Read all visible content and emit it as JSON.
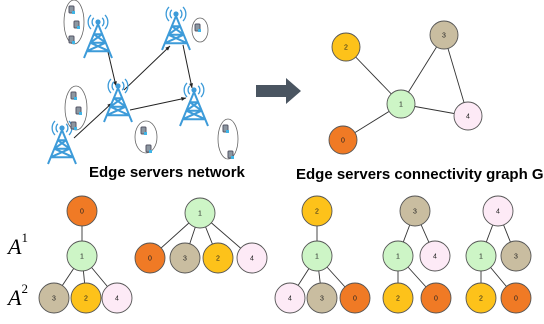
{
  "colors": {
    "n0": "#f07a25",
    "n1": "#cdf5c6",
    "n2": "#fdc21a",
    "n3": "#c9bda0",
    "n4": "#fdeaf6",
    "tower": "#3d9bd9",
    "arrow": "#4a5561"
  },
  "captions": {
    "network": "Edge servers network",
    "graph": "Edge servers connectivity graph G"
  },
  "math": {
    "a1_base": "A",
    "a1_sup": "1",
    "a2_base": "A",
    "a2_sup": "2"
  },
  "graph": {
    "nodes": [
      "0",
      "1",
      "2",
      "3",
      "4"
    ],
    "edges": [
      [
        "1",
        "0"
      ],
      [
        "1",
        "2"
      ],
      [
        "1",
        "3"
      ],
      [
        "1",
        "4"
      ],
      [
        "3",
        "4"
      ]
    ]
  },
  "trees": [
    {
      "root": "0",
      "child": "1",
      "leaves": [
        "3",
        "2",
        "4"
      ]
    },
    {
      "root": "1",
      "leaves": [
        "0",
        "3",
        "2",
        "4"
      ]
    },
    {
      "root": "2",
      "child": "1",
      "leaves": [
        "4",
        "3",
        "0"
      ]
    },
    {
      "root": "3",
      "children": [
        "1",
        "4"
      ],
      "grand": [
        "2",
        "0"
      ]
    },
    {
      "root": "4",
      "children": [
        "1",
        "3"
      ],
      "grand": [
        "2",
        "0"
      ]
    }
  ],
  "icons": [
    "cell-tower-icon",
    "mobile-device-icon",
    "flow-arrow-icon"
  ]
}
